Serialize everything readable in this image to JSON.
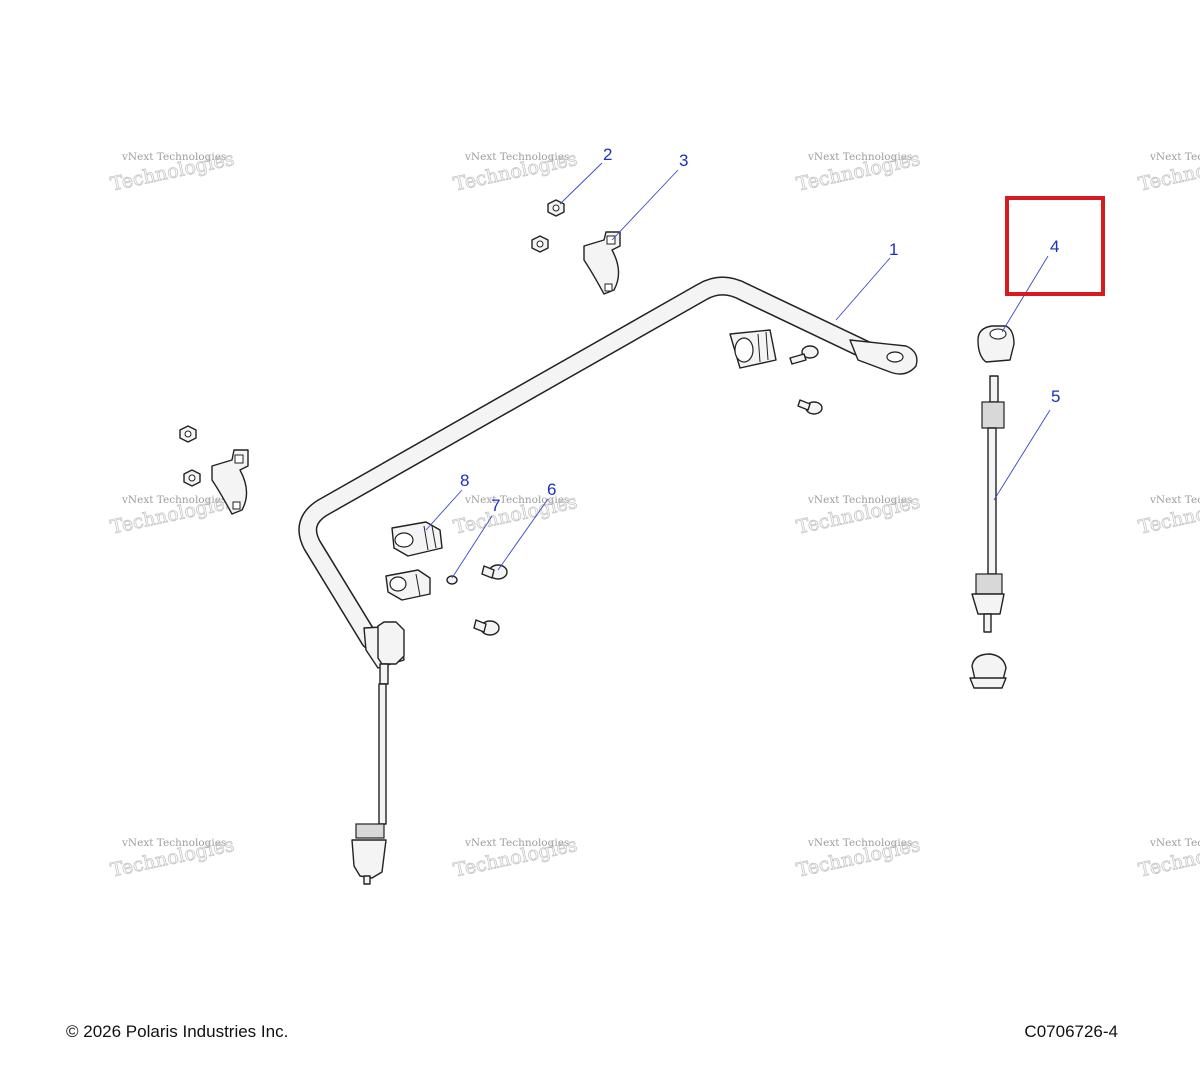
{
  "callouts": [
    "1",
    "2",
    "3",
    "4",
    "5",
    "6",
    "7",
    "8"
  ],
  "watermark": {
    "line1": "vNext Technologies",
    "line2": "Technologies"
  },
  "highlight_color": "#d71920",
  "callout_color": "#1a2fc4",
  "footer": {
    "copyright": "© 2026 Polaris Industries Inc.",
    "drawing_number": "C0706726-4"
  }
}
